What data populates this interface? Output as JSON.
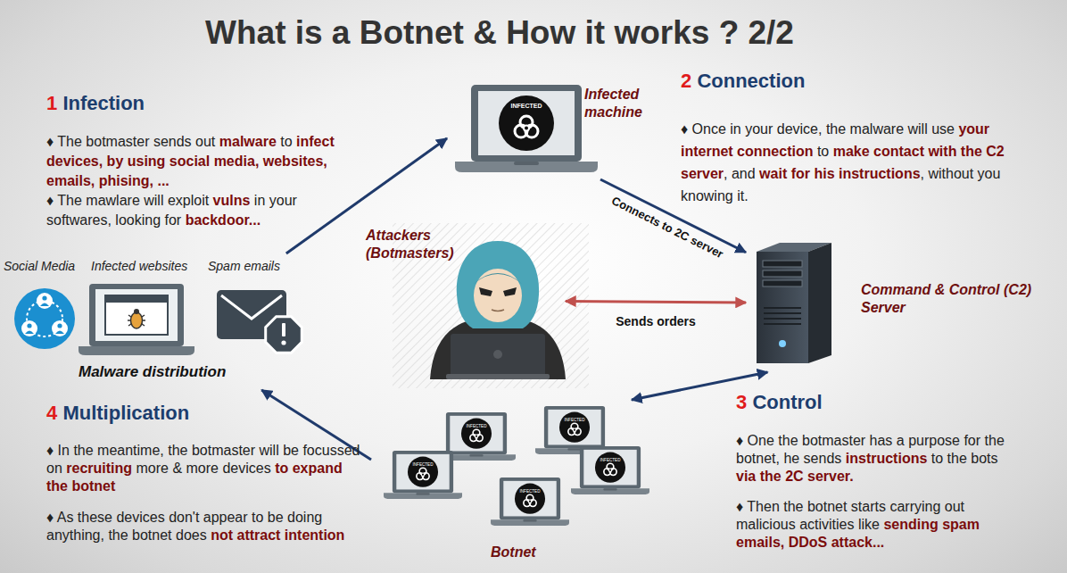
{
  "diagram": {
    "title": "What is a Botnet & How it works ? 2/2",
    "nodes": [
      {
        "text": [
          "Malware distribution"
        ]
      },
      {
        "text": [
          "Social Media"
        ],
        "in": 0
      },
      {
        "text": [
          "Infected websites"
        ],
        "in": 0
      },
      {
        "text": [
          "Spam emails"
        ],
        "in": 0
      },
      {
        "text": [
          "Infected machine",
          "INFECTED"
        ]
      },
      {
        "text": [
          "Attackers (Botmasters)"
        ]
      },
      {
        "text": [
          "Command & Control (C2) Server"
        ]
      },
      {
        "text": [
          "Botnet"
        ]
      },
      {
        "text": [
          "INFECTED"
        ],
        "in": 7
      },
      {
        "text": [
          "INFECTED"
        ],
        "in": 7
      },
      {
        "text": [
          "INFECTED"
        ],
        "in": 7
      },
      {
        "text": [
          "INFECTED"
        ],
        "in": 7
      },
      {
        "text": [
          "INFECTED"
        ],
        "in": 7
      }
    ],
    "edges": [
      {
        "from": 0,
        "to": 4,
        "arrow": "to"
      },
      {
        "from": 4,
        "to": 6,
        "label": "Connects to 2C server",
        "arrow": "to"
      },
      {
        "from": 5,
        "to": 6,
        "label": "Sends orders",
        "arrow": "both"
      },
      {
        "from": 6,
        "to": 7,
        "arrow": "both"
      },
      {
        "from": 7,
        "to": 0,
        "arrow": "to"
      }
    ],
    "labels": [
      "1",
      "Infection",
      "♦ The botmaster sends out",
      "malware",
      "to",
      "infect devices, by using social media, websites, emails, phising, ...",
      "♦ The mawlare will exploit",
      "vulns",
      "in your softwares, looking for",
      "backdoor...",
      "2",
      "Connection",
      "♦ Once in your device, the malware will use",
      "your internet connection",
      "to",
      "make contact with the C2 server",
      ", and",
      "wait for his instructions",
      ", without you knowing it.",
      "3",
      "Control",
      "♦ One the botmaster has a purpose for the botnet, he sends",
      "instructions",
      "to the bots",
      "via the 2C server.",
      "♦ Then the botnet starts carrying out malicious activities like",
      "sending spam emails, DDoS attack...",
      "4",
      "Multiplication",
      "♦ In the meantime, the botmaster will be focussed on",
      "recruiting",
      "more & more devices",
      "to expand the botnet",
      "♦ As these devices don't appear to be doing anything, the botnet does",
      "not attract intention"
    ]
  }
}
